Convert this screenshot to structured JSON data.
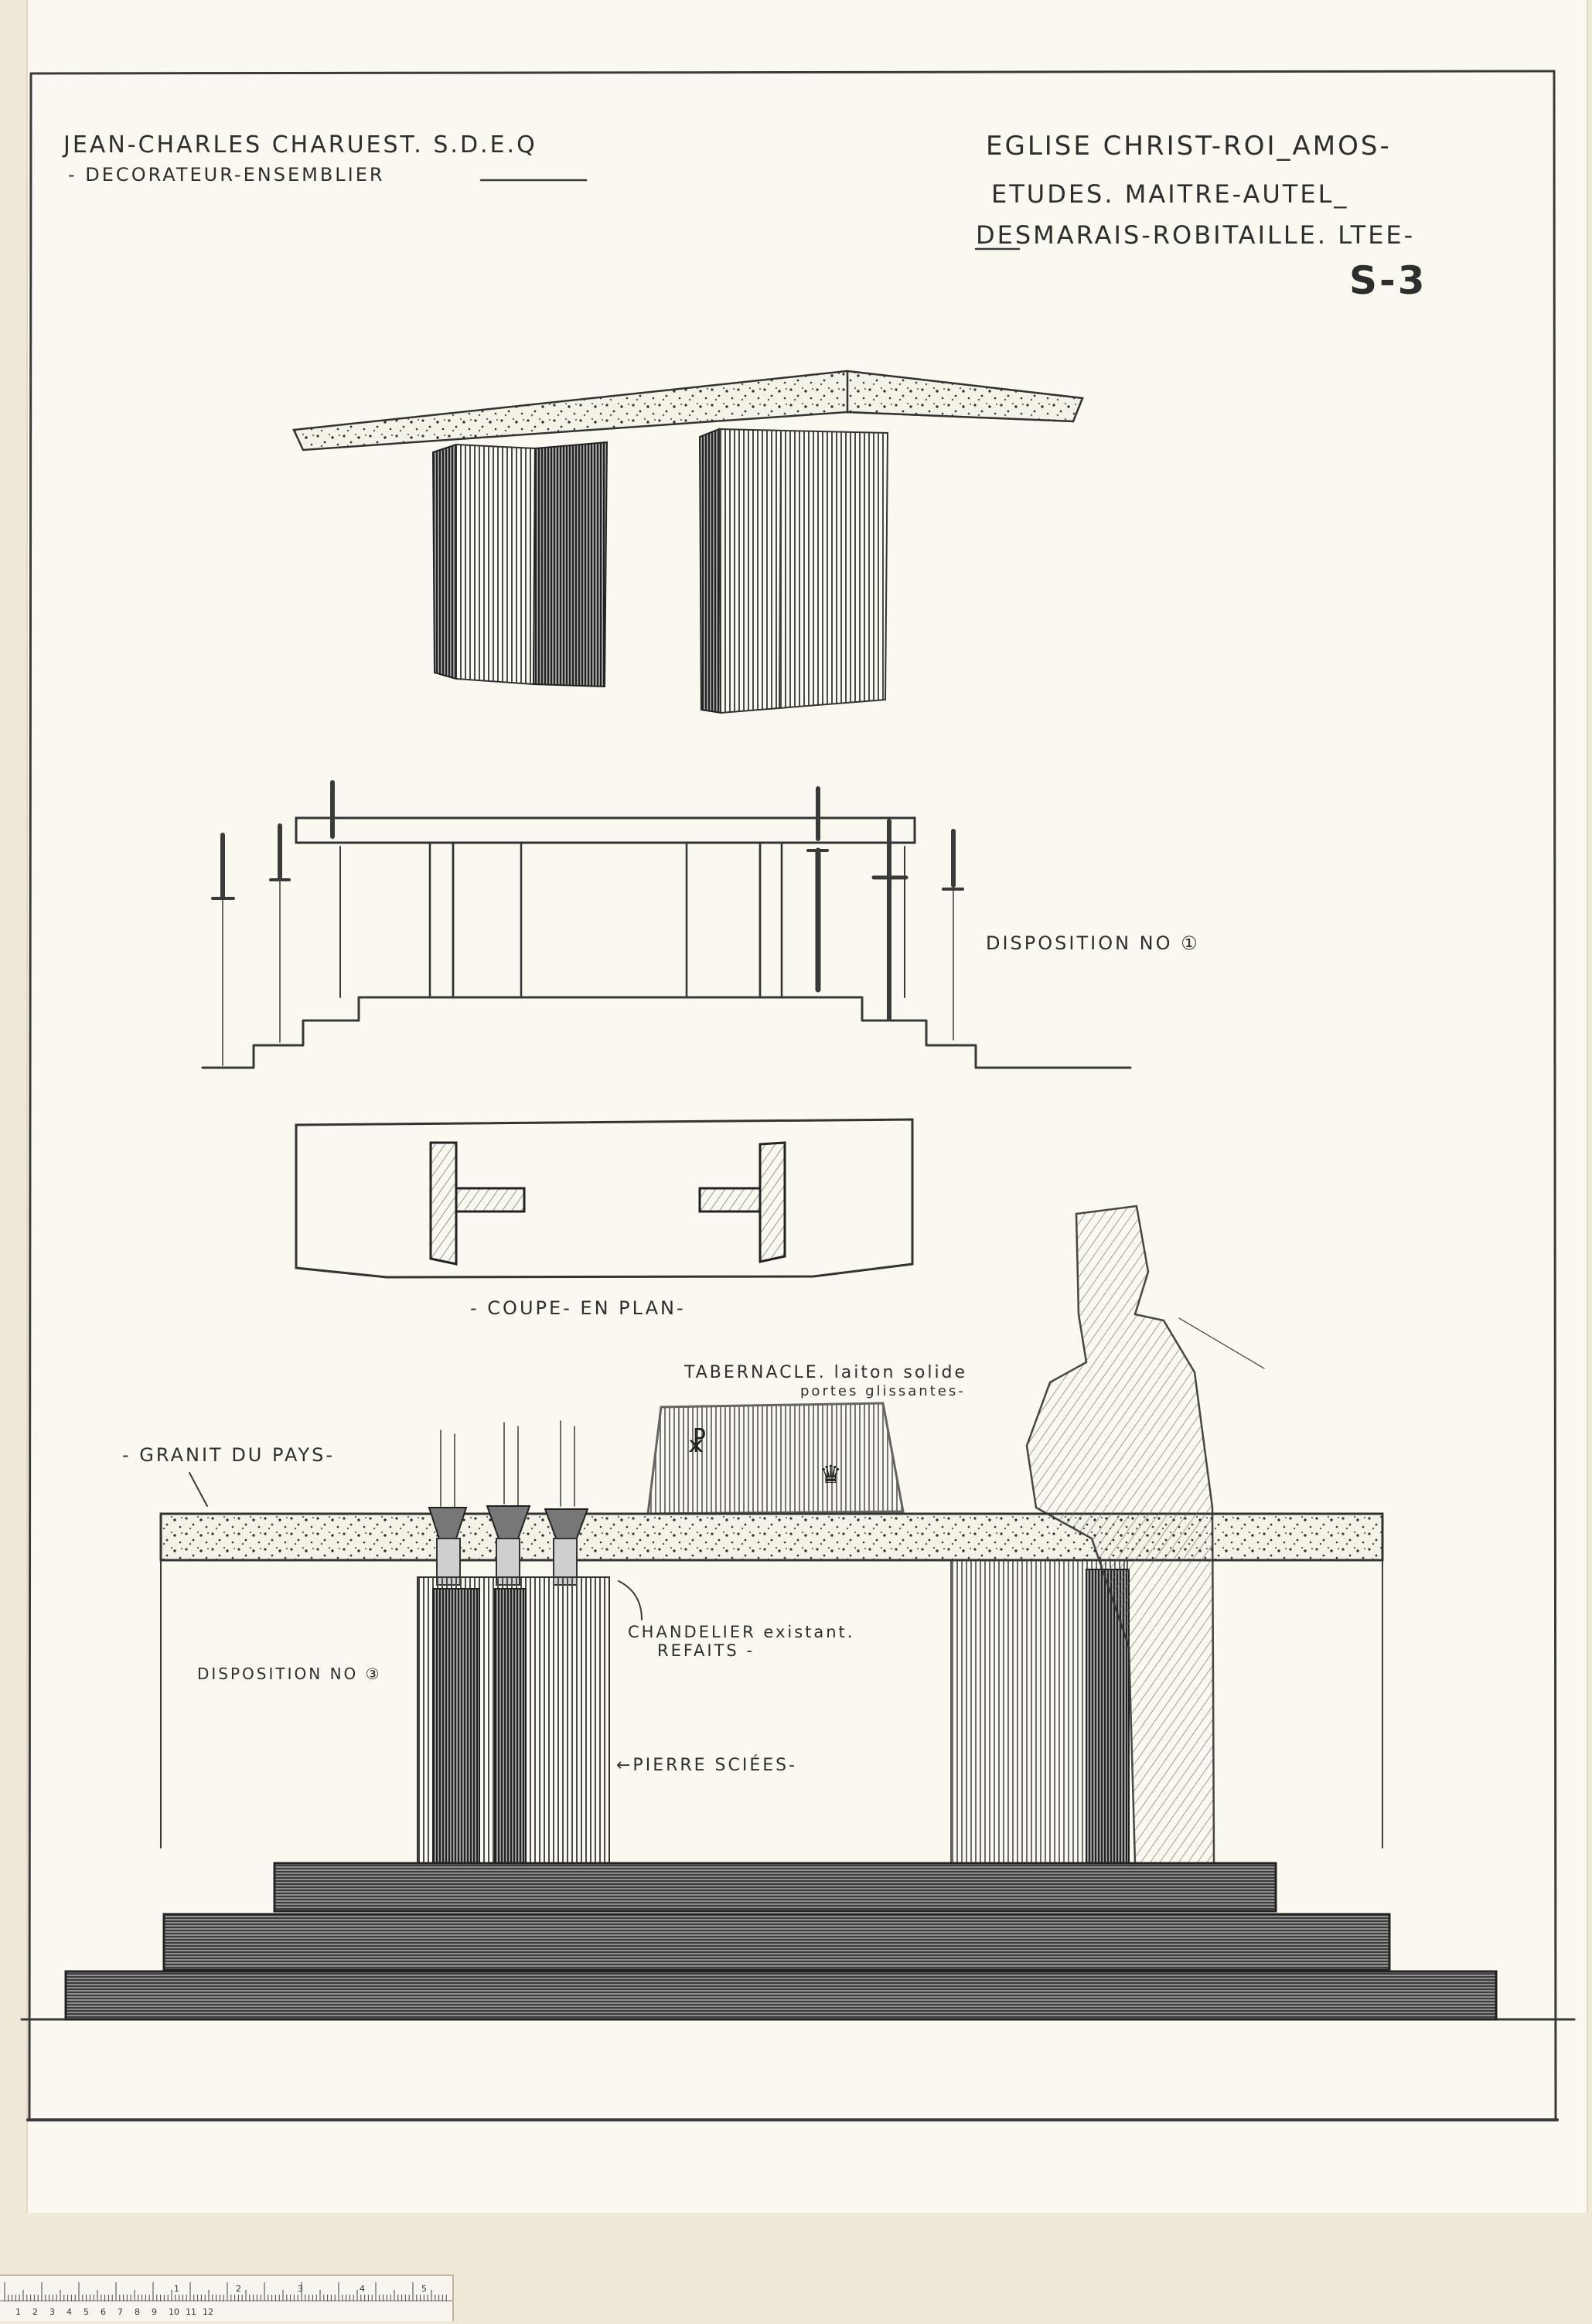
{
  "header": {
    "designer_name": "JEAN-CHARLES CHARUEST. S.D.E.Q",
    "designer_role": "- DECORATEUR-ENSEMBLIER",
    "project_line1": "EGLISE CHRIST-ROI_AMOS-",
    "project_line2": "ETUDES. MAITRE-AUTEL_",
    "project_line3": "DESMARAIS-ROBITAILLE. LTEE-",
    "sheet_number": "S-3"
  },
  "labels": {
    "disposition_1": "DISPOSITION NO ①",
    "section_plan": "- COUPE- EN PLAN-",
    "tabernacle_1": "TABERNACLE. laiton solide",
    "tabernacle_2": "portes glissantes-",
    "granit": "- GRANIT DU PAYS-",
    "chandelier_1": "CHANDELIER existant.",
    "chandelier_2": "REFAITS -",
    "disposition_2": "DISPOSITION NO ③",
    "pierre": "←PIERRE SCIÉES-"
  },
  "ruler": {
    "ticks": [
      "1",
      "2",
      "3",
      "4",
      "5",
      "6",
      "7",
      "8",
      "9",
      "10",
      "11",
      "12",
      "1",
      "2",
      "3",
      "4",
      "5"
    ]
  },
  "colors": {
    "paper": "#fbf8ef",
    "graphite": "#3a3a3a",
    "background": "#efe9d7"
  }
}
